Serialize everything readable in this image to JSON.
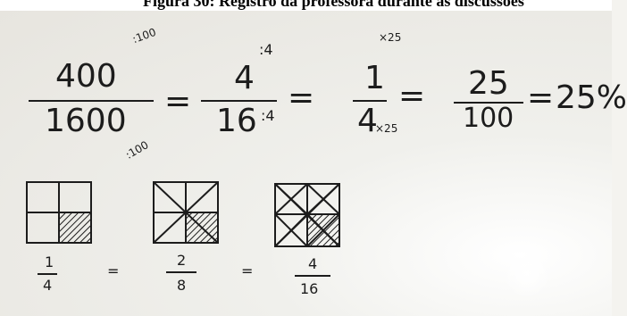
{
  "caption": "Figura 30: Registro da professora durante as discussões",
  "eq": {
    "f1_num": "400",
    "f1_den": "1600",
    "f1_op_top": ":100",
    "f1_op_bot": ":100",
    "eq1": "=",
    "f2_num": "4",
    "f2_den": "16",
    "f2_op_top": ":4",
    "f2_op_bot": ":4",
    "eq2": "=",
    "f3_num": "1",
    "f3_den": "4",
    "f3_op_top": "×25",
    "f3_op_bot": "×25",
    "eq3": "=",
    "f4_num": "25",
    "f4_den": "100",
    "eq4": "=",
    "percent": "25%"
  },
  "grids": {
    "g1_num": "1",
    "g1_den": "4",
    "eqa": "=",
    "g2_num": "2",
    "g2_den": "8",
    "eqb": "=",
    "g3_num": "4",
    "g3_den": "16"
  }
}
